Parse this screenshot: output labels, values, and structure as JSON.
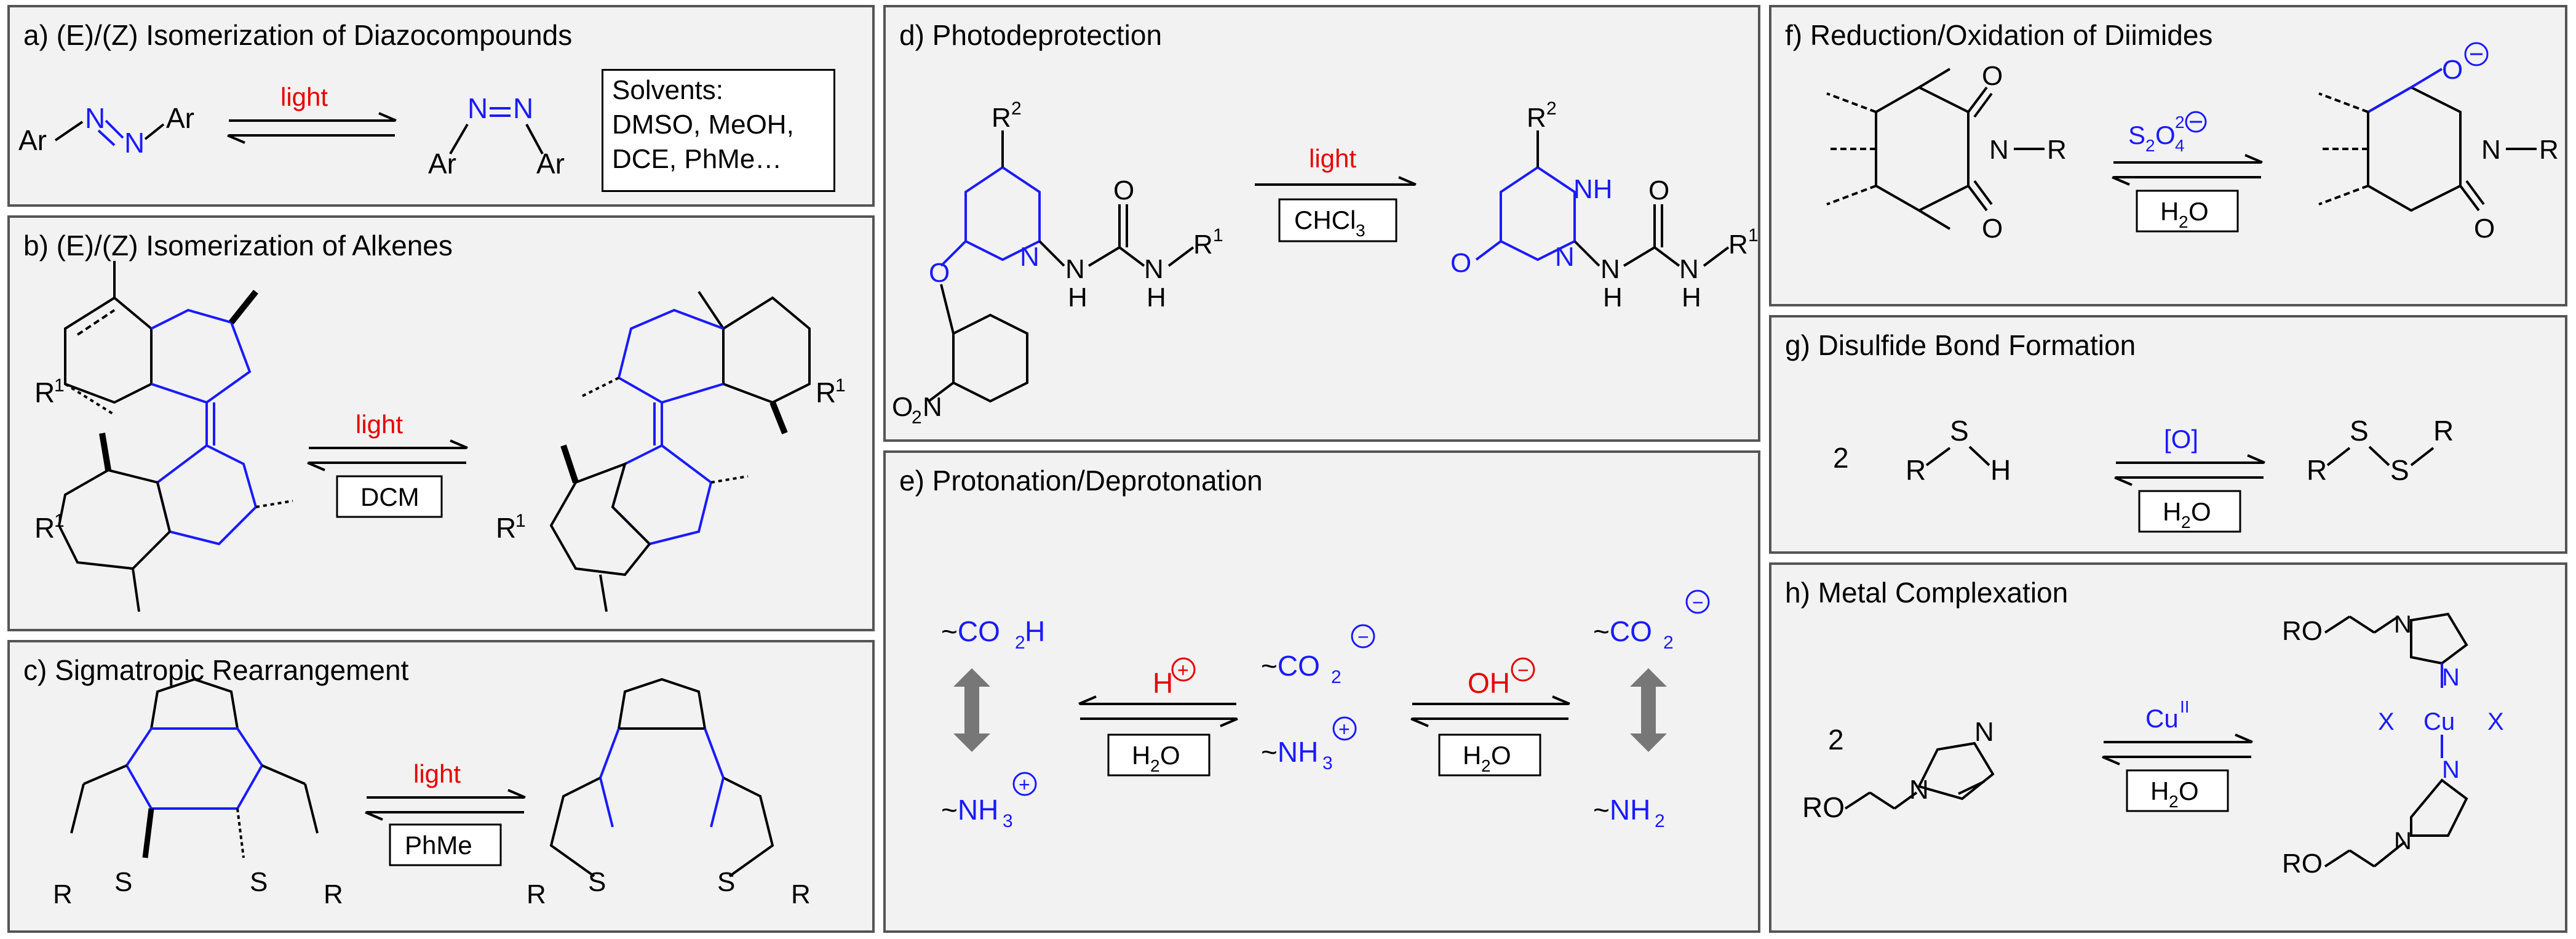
{
  "colors": {
    "blue": "#1a1aff",
    "red": "#e60000",
    "black": "#000000",
    "panel_bg": "#f2f2f2",
    "border": "#555555"
  },
  "panels": {
    "a": {
      "title": "a)  (E)/(Z) Isomerization of Diazocompounds",
      "left_ar1": "Ar",
      "left_n1": "N",
      "left_n2": "N",
      "left_ar2": "Ar",
      "right_ar1": "Ar",
      "right_n1": "N",
      "right_n2": "N",
      "right_ar2": "Ar",
      "condition": "light",
      "solvents": [
        "Solvents:",
        "DMSO, MeOH,",
        "DCE, PhMe…"
      ]
    },
    "b": {
      "title": "b)  (E)/(Z) Isomerization of Alkenes",
      "condition": "light",
      "box": "DCM",
      "r1_a": "R",
      "r1_b": "R",
      "r1_c": "R",
      "r1_d": "R",
      "sup": "1"
    },
    "c": {
      "title": "c)  Sigmatropic Rearrangement",
      "condition": "light",
      "box": "PhMe",
      "r": "R",
      "s": "S"
    },
    "d": {
      "title": "d)  Photodeprotection",
      "condition": "light",
      "box": "CHCl",
      "box_sub": "3",
      "r2": "R",
      "r2_sup": "2",
      "r1": "R",
      "r1_sup": "1",
      "o": "O",
      "n": "N",
      "h": "H",
      "nh": "NH",
      "no2": "O",
      "no2_sub": "2",
      "no2_n": "N"
    },
    "e": {
      "title": "e)  Protonation/Deprotonation",
      "h_plus": "H",
      "oh_minus": "OH",
      "box": "H",
      "box_sub": "2",
      "box_o": "O",
      "co2h": "CO",
      "co2h_sub": "2",
      "co2h_h": "H",
      "nh3": "NH",
      "nh3_sub": "3",
      "co2": "CO",
      "co2_sub": "2",
      "nh2": "NH",
      "nh2_sub": "2",
      "plus": "+",
      "minus": "−"
    },
    "f": {
      "title": "f)  Reduction/Oxidation of Diimides",
      "reagent": "S",
      "reagent_sub": "2",
      "reagent_o": "O",
      "reagent_sub2": "4",
      "reagent_sup": "2",
      "box": "H",
      "box_sub": "2",
      "box_o": "O",
      "o": "O",
      "n": "N",
      "r": "R"
    },
    "g": {
      "title": "g)  Disulfide Bond Formation",
      "coef": "2",
      "reagent": "[O]",
      "box": "H",
      "box_sub": "2",
      "box_o": "O",
      "r": "R",
      "s": "S",
      "h": "H"
    },
    "h": {
      "title": "h)  Metal Complexation",
      "coef": "2",
      "reagent": "Cu",
      "reagent_sup": "II",
      "box": "H",
      "box_sub": "2",
      "box_o": "O",
      "ro": "RO",
      "n": "N",
      "x": "X",
      "cu": "Cu"
    }
  }
}
